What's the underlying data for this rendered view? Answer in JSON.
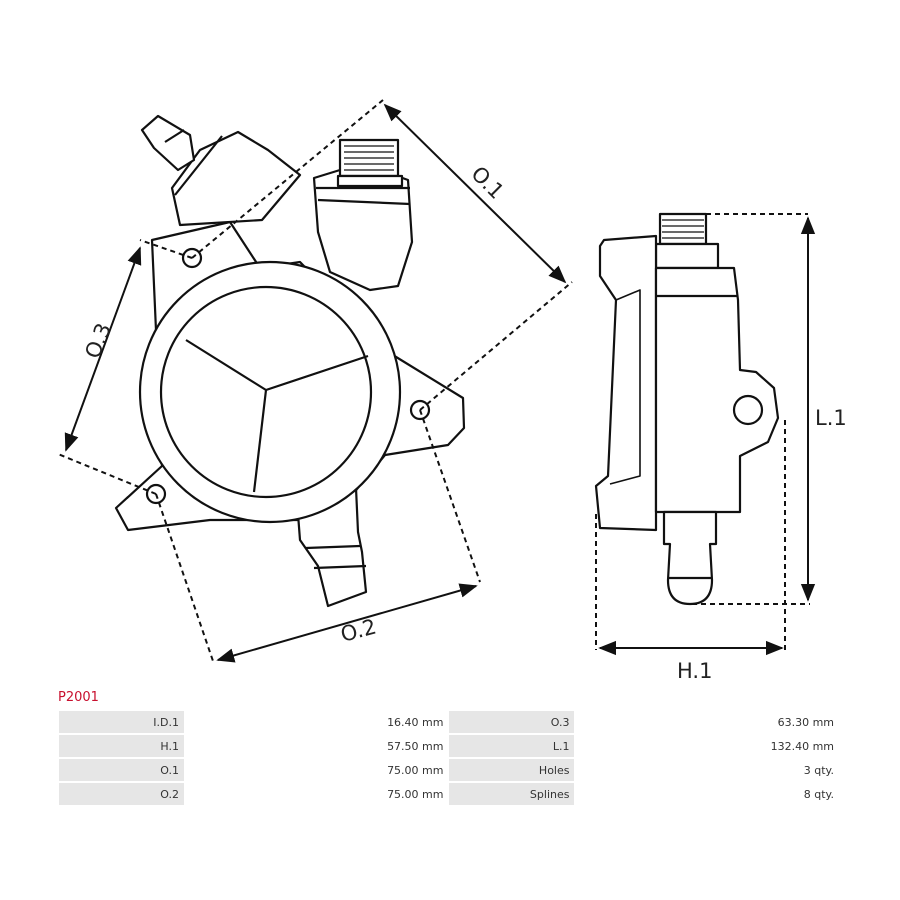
{
  "drawing": {
    "labels": {
      "o1": "O.1",
      "o2": "O.2",
      "o3": "O.3",
      "l1": "L.1",
      "h1": "H.1"
    }
  },
  "part": {
    "code": "P2001"
  },
  "specs": {
    "rows": [
      {
        "left_label": "I.D.1",
        "left_value": "16.40 mm",
        "right_label": "O.3",
        "right_value": "63.30 mm"
      },
      {
        "left_label": "H.1",
        "left_value": "57.50 mm",
        "right_label": "L.1",
        "right_value": "132.40 mm"
      },
      {
        "left_label": "O.1",
        "left_value": "75.00 mm",
        "right_label": "Holes",
        "right_value": "3 qty."
      },
      {
        "left_label": "O.2",
        "left_value": "75.00 mm",
        "right_label": "Splines",
        "right_value": "8 qty."
      }
    ]
  }
}
